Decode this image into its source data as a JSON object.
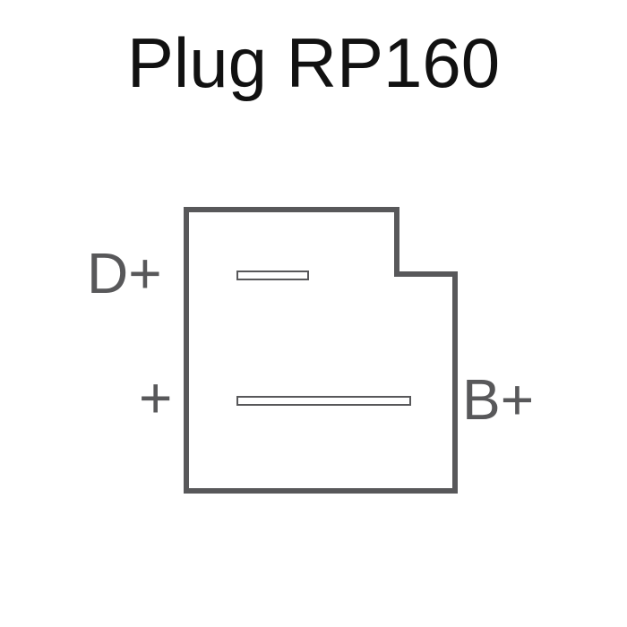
{
  "title": "Plug RP160",
  "colors": {
    "outline": "#58585a",
    "label": "#58585a",
    "title": "#111111",
    "background": "#ffffff"
  },
  "labels": {
    "d_plus": "D+",
    "plus": "+",
    "b_plus": "B+"
  }
}
